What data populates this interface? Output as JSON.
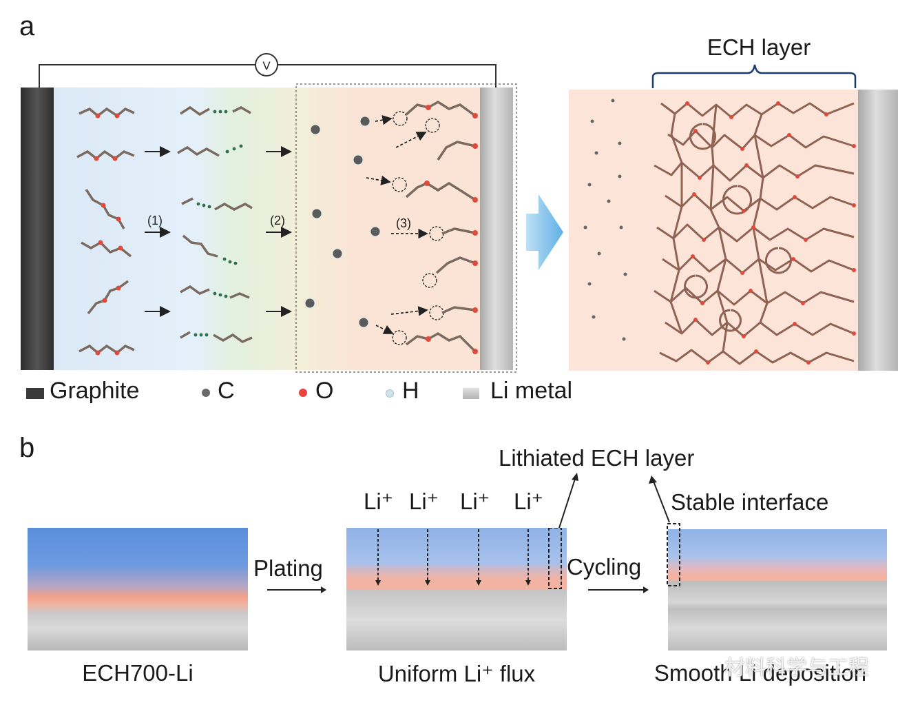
{
  "panel_a": {
    "letter": "a",
    "voltmeter": "V",
    "steps": [
      "(1)",
      "(2)",
      "(3)"
    ],
    "ech_layer_label": "ECH layer",
    "legend": [
      {
        "icon": "graphite-swatch",
        "label": "Graphite",
        "color": "#3a3a3a"
      },
      {
        "icon": "carbon-dot",
        "label": "C",
        "color": "#6b6b6b"
      },
      {
        "icon": "oxygen-dot",
        "label": "O",
        "color": "#e8463c"
      },
      {
        "icon": "hydrogen-dot",
        "label": "H",
        "color": "#cfe3ea"
      },
      {
        "icon": "li-metal-swatch",
        "label": "Li metal",
        "color": "#c8c8c8"
      }
    ]
  },
  "panel_b": {
    "letter": "b",
    "left_caption": "ECH700-Li",
    "plating_label": "Plating",
    "li_ions": [
      "Li⁺",
      "Li⁺",
      "Li⁺",
      "Li⁺"
    ],
    "lithiated_label": "Lithiated ECH layer",
    "middle_caption": "Uniform Li⁺ flux",
    "cycling_label": "Cycling",
    "stable_label": "Stable interface",
    "right_caption": "Smooth Li deposition",
    "watermark": "材料科学与工程"
  },
  "colors": {
    "blue_layer": "#5b8fd9",
    "pink_layer": "#f2a08a",
    "li_metal": "#c4c4c4",
    "bond": "#8a5a4a",
    "oxygen": "#e04a3c"
  }
}
